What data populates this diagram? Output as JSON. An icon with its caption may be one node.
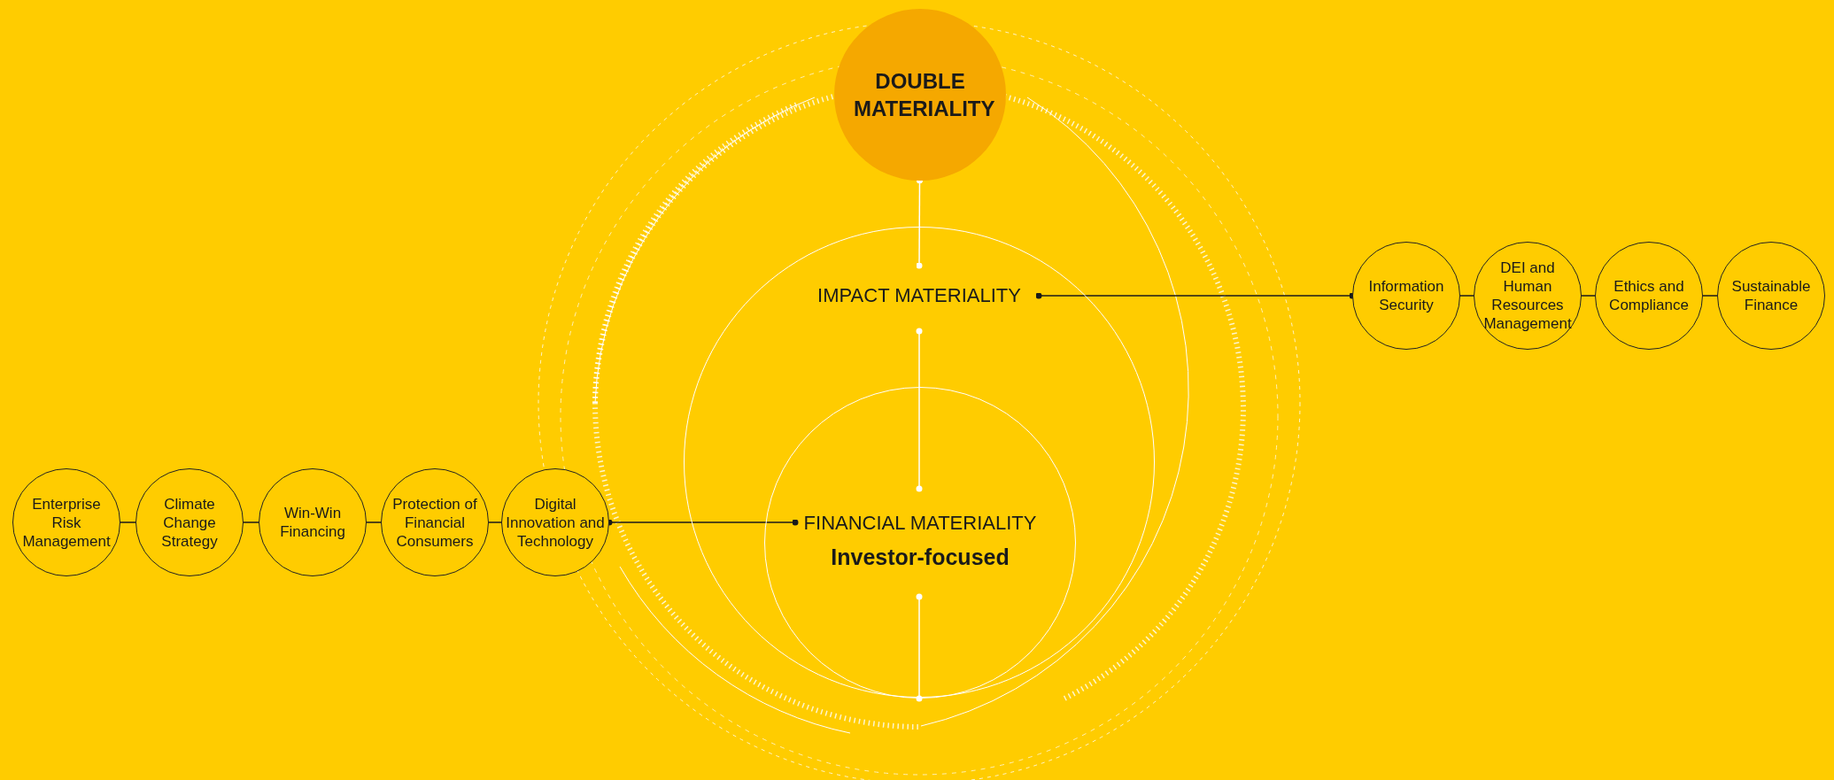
{
  "diagram": {
    "nodes": [
      {
        "text": [
          "DOUBLE MATERIALITY"
        ]
      },
      {
        "text": [
          "IMPACT MATERIALITY"
        ]
      },
      {
        "text": [
          "FINANCIAL MATERIALITY",
          "Investor-focused"
        ],
        "in": 1
      },
      {
        "text": [
          "Information Security"
        ]
      },
      {
        "text": [
          "DEI and Human Resources Management"
        ]
      },
      {
        "text": [
          "Ethics and Compliance"
        ]
      },
      {
        "text": [
          "Sustainable Finance"
        ]
      },
      {
        "text": [
          "Enterprise Risk Management"
        ]
      },
      {
        "text": [
          "Climate Change Strategy"
        ]
      },
      {
        "text": [
          "Win-Win Financing"
        ]
      },
      {
        "text": [
          "Protection of Financial Consumers"
        ]
      },
      {
        "text": [
          "Digital Innovation and Technology"
        ]
      }
    ],
    "edges": [
      {
        "from": 0,
        "to": 1,
        "arrow": "other",
        "color": "#ffffff"
      },
      {
        "from": 1,
        "to": 3,
        "arrow": "other"
      },
      {
        "from": 3,
        "to": 4,
        "arrow": "none"
      },
      {
        "from": 4,
        "to": 5,
        "arrow": "none"
      },
      {
        "from": 5,
        "to": 6,
        "arrow": "none"
      },
      {
        "from": 7,
        "to": 8,
        "arrow": "none"
      },
      {
        "from": 8,
        "to": 9,
        "arrow": "none"
      },
      {
        "from": 9,
        "to": 10,
        "arrow": "none"
      },
      {
        "from": 10,
        "to": 11,
        "arrow": "none"
      },
      {
        "from": 11,
        "to": 2,
        "arrow": "other"
      }
    ]
  }
}
